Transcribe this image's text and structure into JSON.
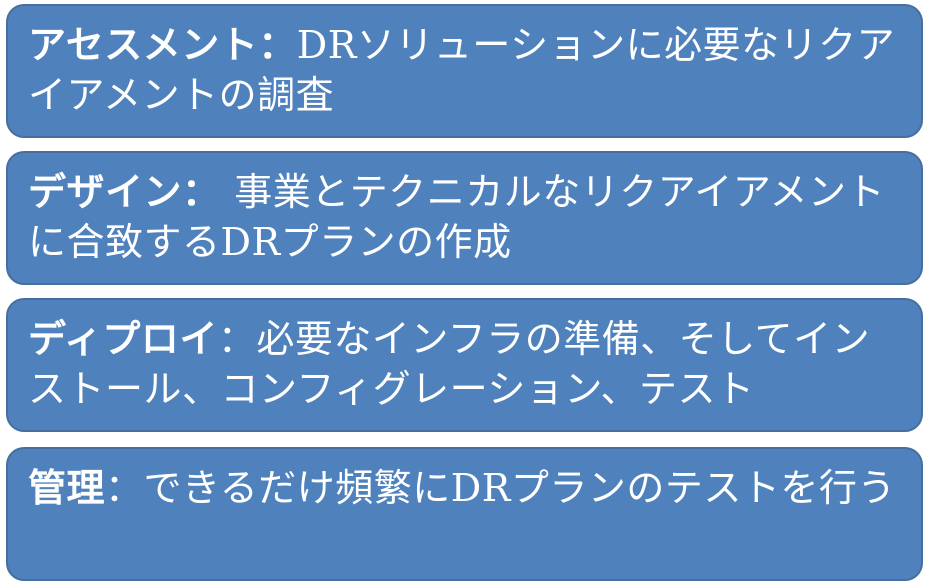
{
  "phases": [
    {
      "heading": "アセスメント",
      "separator": "：",
      "description": "DRソリューションに必要なリクアイアメントの調査"
    },
    {
      "heading": "デザイン",
      "separator": "： ",
      "description": "事業とテクニカルなリクアイアメントに合致するDRプランの作成"
    },
    {
      "heading": "ディプロイ",
      "separator": "：",
      "description": "必要なインフラの準備、そしてインストール、コンフィグレーション、テスト"
    },
    {
      "heading": "管理",
      "separator": "：",
      "description": "できるだけ頻繁にDRプランのテストを行う"
    }
  ],
  "colors": {
    "panel_fill": "#4f81bd",
    "panel_border": "#466f9f",
    "text": "#ffffff"
  }
}
